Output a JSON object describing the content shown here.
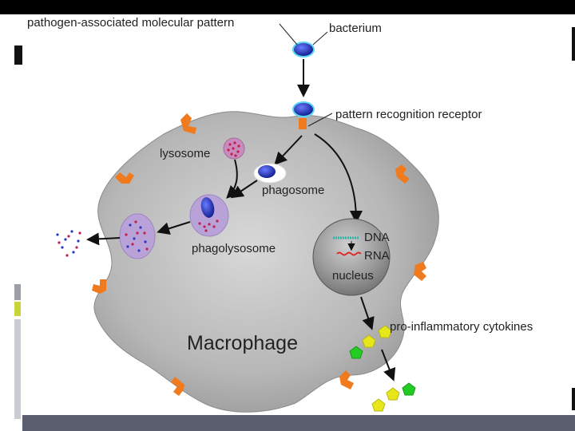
{
  "labels": {
    "pamp": "pathogen-associated molecular pattern",
    "bacterium": "bacterium",
    "prr": "pattern recognition receptor",
    "lysosome": "lysosome",
    "phagosome": "phagosome",
    "phagolysosome": "phagolysosome",
    "dna": "DNA",
    "rna": "RNA",
    "nucleus": "nucleus",
    "cytokines": "pro-inflammatory cytokines",
    "macrophage": "Macrophage"
  },
  "colors": {
    "cell_fill": "#b8b8b8",
    "receptor": "#f07a1e",
    "bacterium": "#1a2fb0",
    "lysosome": "#c98bbd",
    "vesicle": "#b9a2d8",
    "nucleus": "#8e8e8e",
    "cytokine_yellow": "#e6e61a",
    "cytokine_green": "#22cc22"
  }
}
